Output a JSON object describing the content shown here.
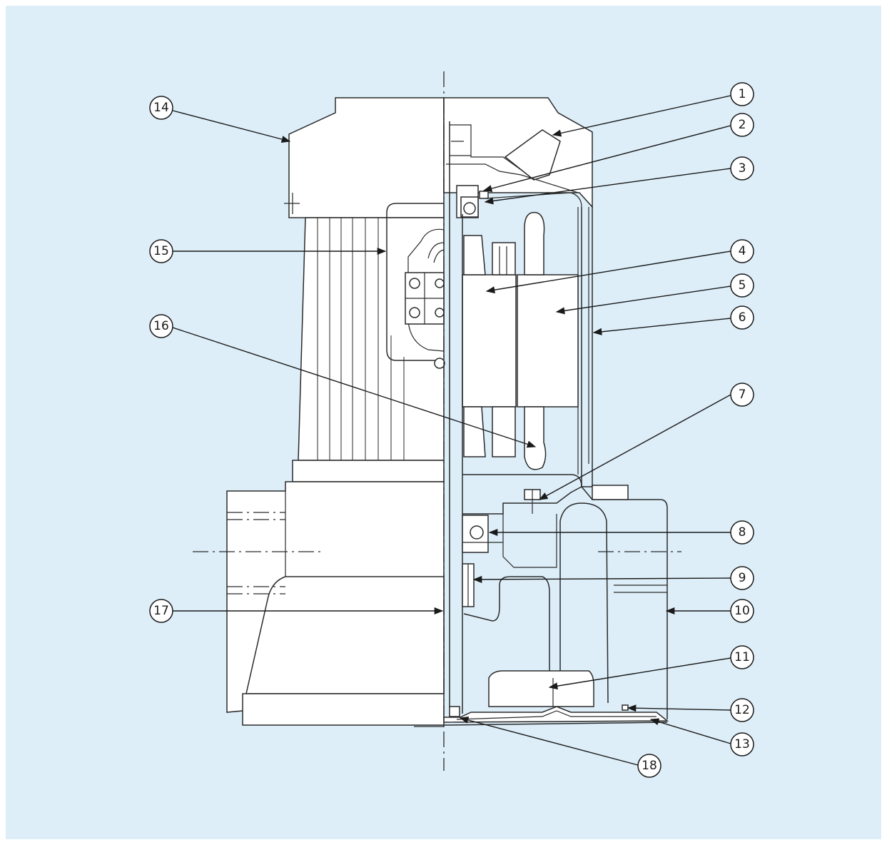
{
  "callouts": [
    {
      "id": 1,
      "label": "1"
    },
    {
      "id": 2,
      "label": "2"
    },
    {
      "id": 3,
      "label": "3"
    },
    {
      "id": 4,
      "label": "4"
    },
    {
      "id": 5,
      "label": "5"
    },
    {
      "id": 6,
      "label": "6"
    },
    {
      "id": 7,
      "label": "7"
    },
    {
      "id": 8,
      "label": "8"
    },
    {
      "id": 9,
      "label": "9"
    },
    {
      "id": 10,
      "label": "10"
    },
    {
      "id": 11,
      "label": "11"
    },
    {
      "id": 12,
      "label": "12"
    },
    {
      "id": 13,
      "label": "13"
    },
    {
      "id": 14,
      "label": "14"
    },
    {
      "id": 15,
      "label": "15"
    },
    {
      "id": 16,
      "label": "16"
    },
    {
      "id": 17,
      "label": "17"
    },
    {
      "id": 18,
      "label": "18"
    }
  ],
  "colors": {
    "background": "#ddeef9",
    "line": "#2a2a2a",
    "body": "#ffffff"
  }
}
